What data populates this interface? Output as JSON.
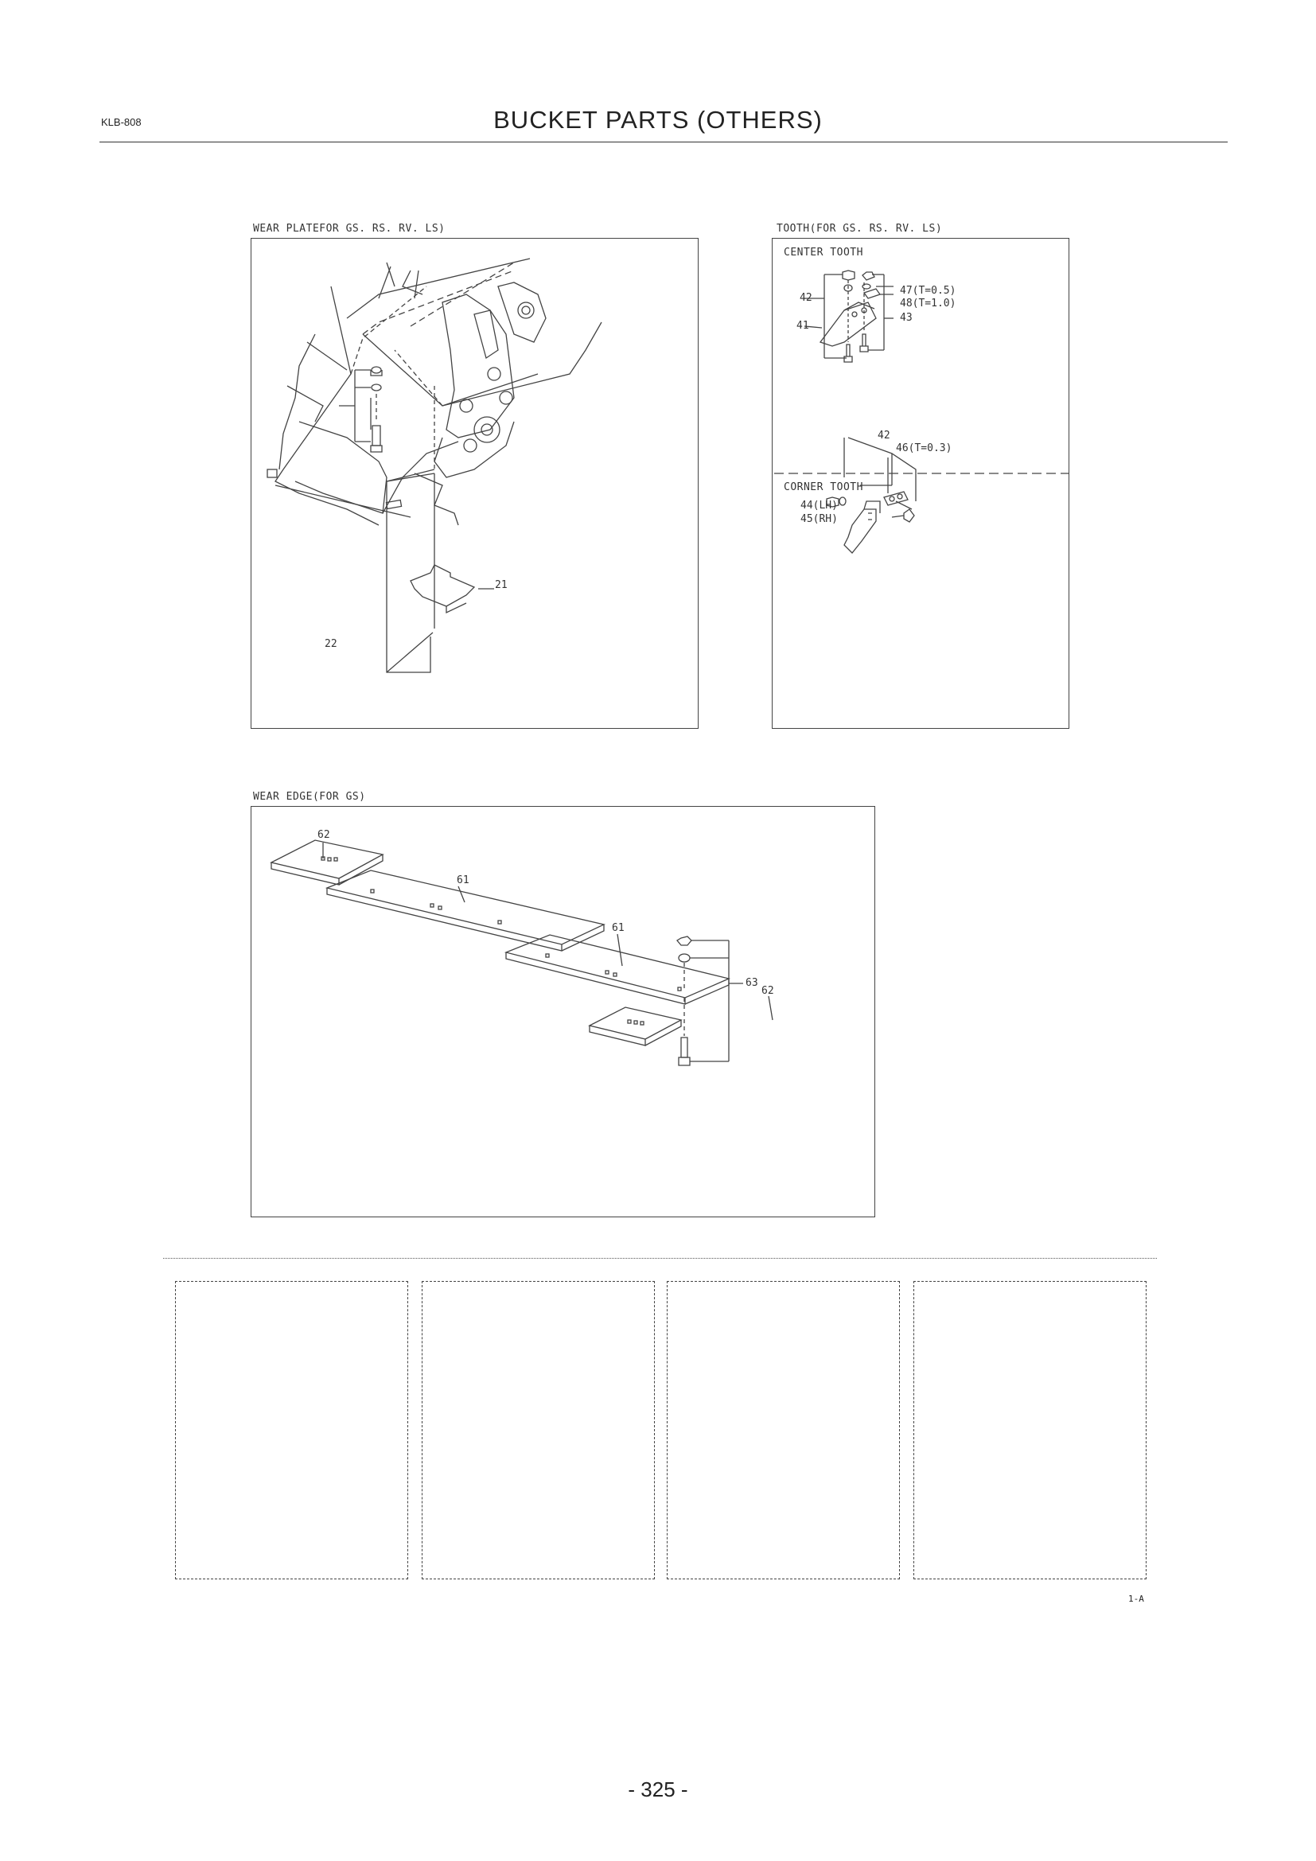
{
  "header": {
    "doc_code": "KLB-808",
    "title": "BUCKET  PARTS (OTHERS)"
  },
  "panels": {
    "wear_plate": {
      "caption": "WEAR PLATEFOR GS. RS. RV. LS)",
      "labels": {
        "p21": "21",
        "p22": "22"
      }
    },
    "tooth": {
      "caption": "TOOTH(FOR GS. RS. RV. LS)",
      "center_title": "CENTER TOOTH",
      "corner_title": "CORNER TOOTH",
      "labels": {
        "p41": "41",
        "p42a": "42",
        "p43": "43",
        "p47": "47(T=0.5)",
        "p48": "48(T=1.0)",
        "p42b": "42",
        "p46": "46(T=0.3)",
        "p44": "44(LH)",
        "p45": "45(RH)"
      }
    },
    "wear_edge": {
      "caption": "WEAR EDGE(FOR GS)",
      "labels": {
        "p62a": "62",
        "p61a": "61",
        "p61b": "61",
        "p63": "63",
        "p62b": "62"
      }
    }
  },
  "frames_code": "1-A",
  "footer": {
    "page_number": "- 325 -"
  }
}
